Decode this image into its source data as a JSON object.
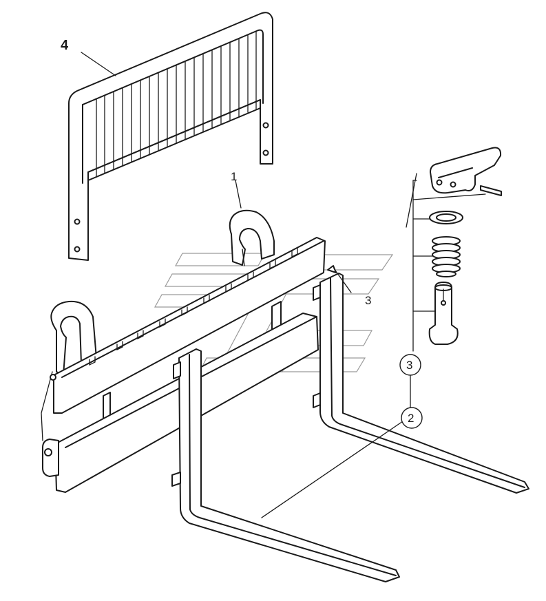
{
  "callouts": {
    "guard": "4",
    "carriage": "1",
    "fork_pin": "3",
    "kit_pin": "3",
    "kit_fork": "2"
  }
}
